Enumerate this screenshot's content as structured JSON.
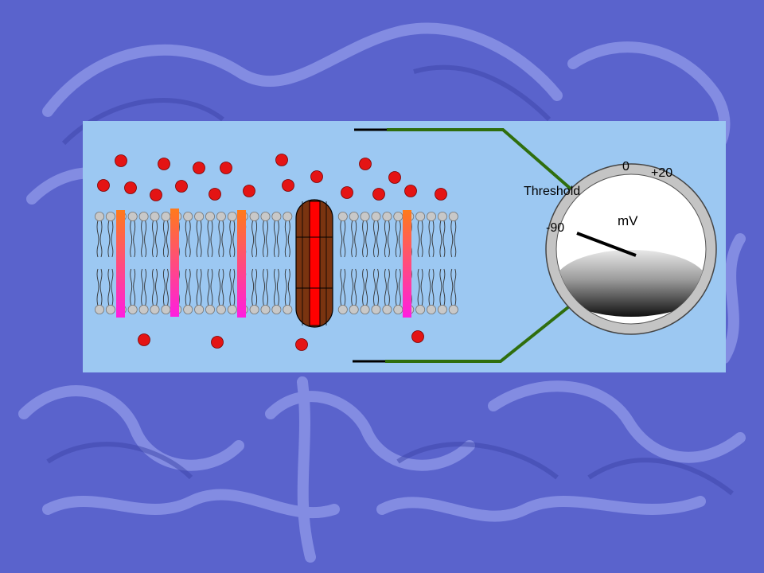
{
  "colors": {
    "background": "#5a63cc",
    "panel": "#9cc8f2",
    "ion": "#e41414",
    "lipid_head": "#c8c8c8",
    "wire": "#2f6e0e",
    "channel_body": "#7a3410",
    "channel_core": "#ff0000",
    "protein_top": "#ff7a1a",
    "protein_bottom": "#ff1ee0"
  },
  "meter": {
    "labels": {
      "zero": "0",
      "plus": "+20",
      "threshold": "Threshold",
      "minus": "-90",
      "unit": "mV"
    },
    "reading_mv": -90
  },
  "icons": {
    "ion": "sodium-ion-circle",
    "channel": "ion-channel",
    "protein": "membrane-protein"
  }
}
